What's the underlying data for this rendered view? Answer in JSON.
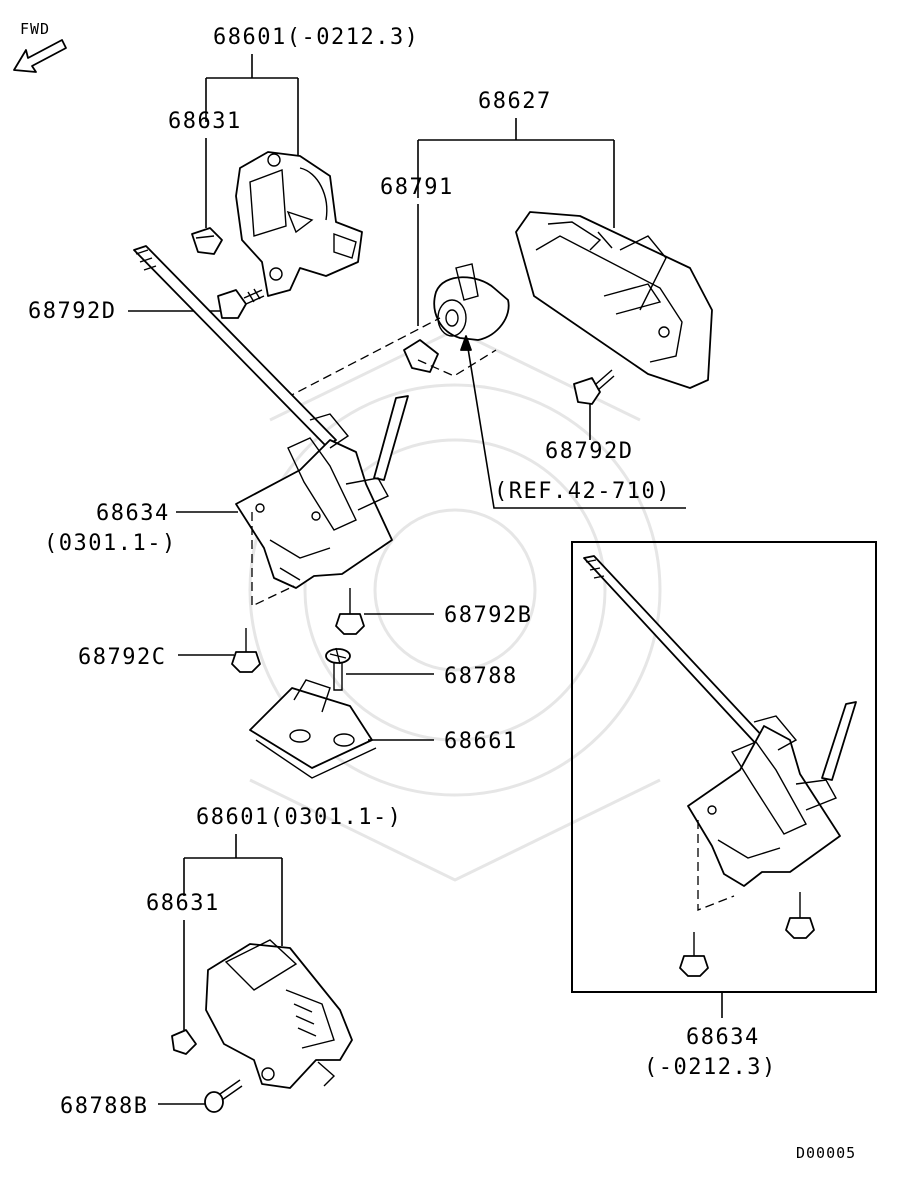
{
  "fwd_label": "FWD",
  "diagram_code": "D00005",
  "callouts": {
    "p68601_top": "68601(-0212.3)",
    "p68631_top": "68631",
    "p68627": "68627",
    "p68791": "68791",
    "p68792D_left": "68792D",
    "p68792D_right": "68792D",
    "ref_42_710": "(REF.42-710)",
    "p68634_main": "68634",
    "p68634_main_range": "(0301.1-)",
    "p68792B": "68792B",
    "p68792C": "68792C",
    "p68788": "68788",
    "p68661": "68661",
    "p68601_bottom": "68601(0301.1-)",
    "p68631_bottom": "68631",
    "p68788B": "68788B",
    "p68634_inset": "68634",
    "p68634_inset_range": "(-0212.3)"
  }
}
